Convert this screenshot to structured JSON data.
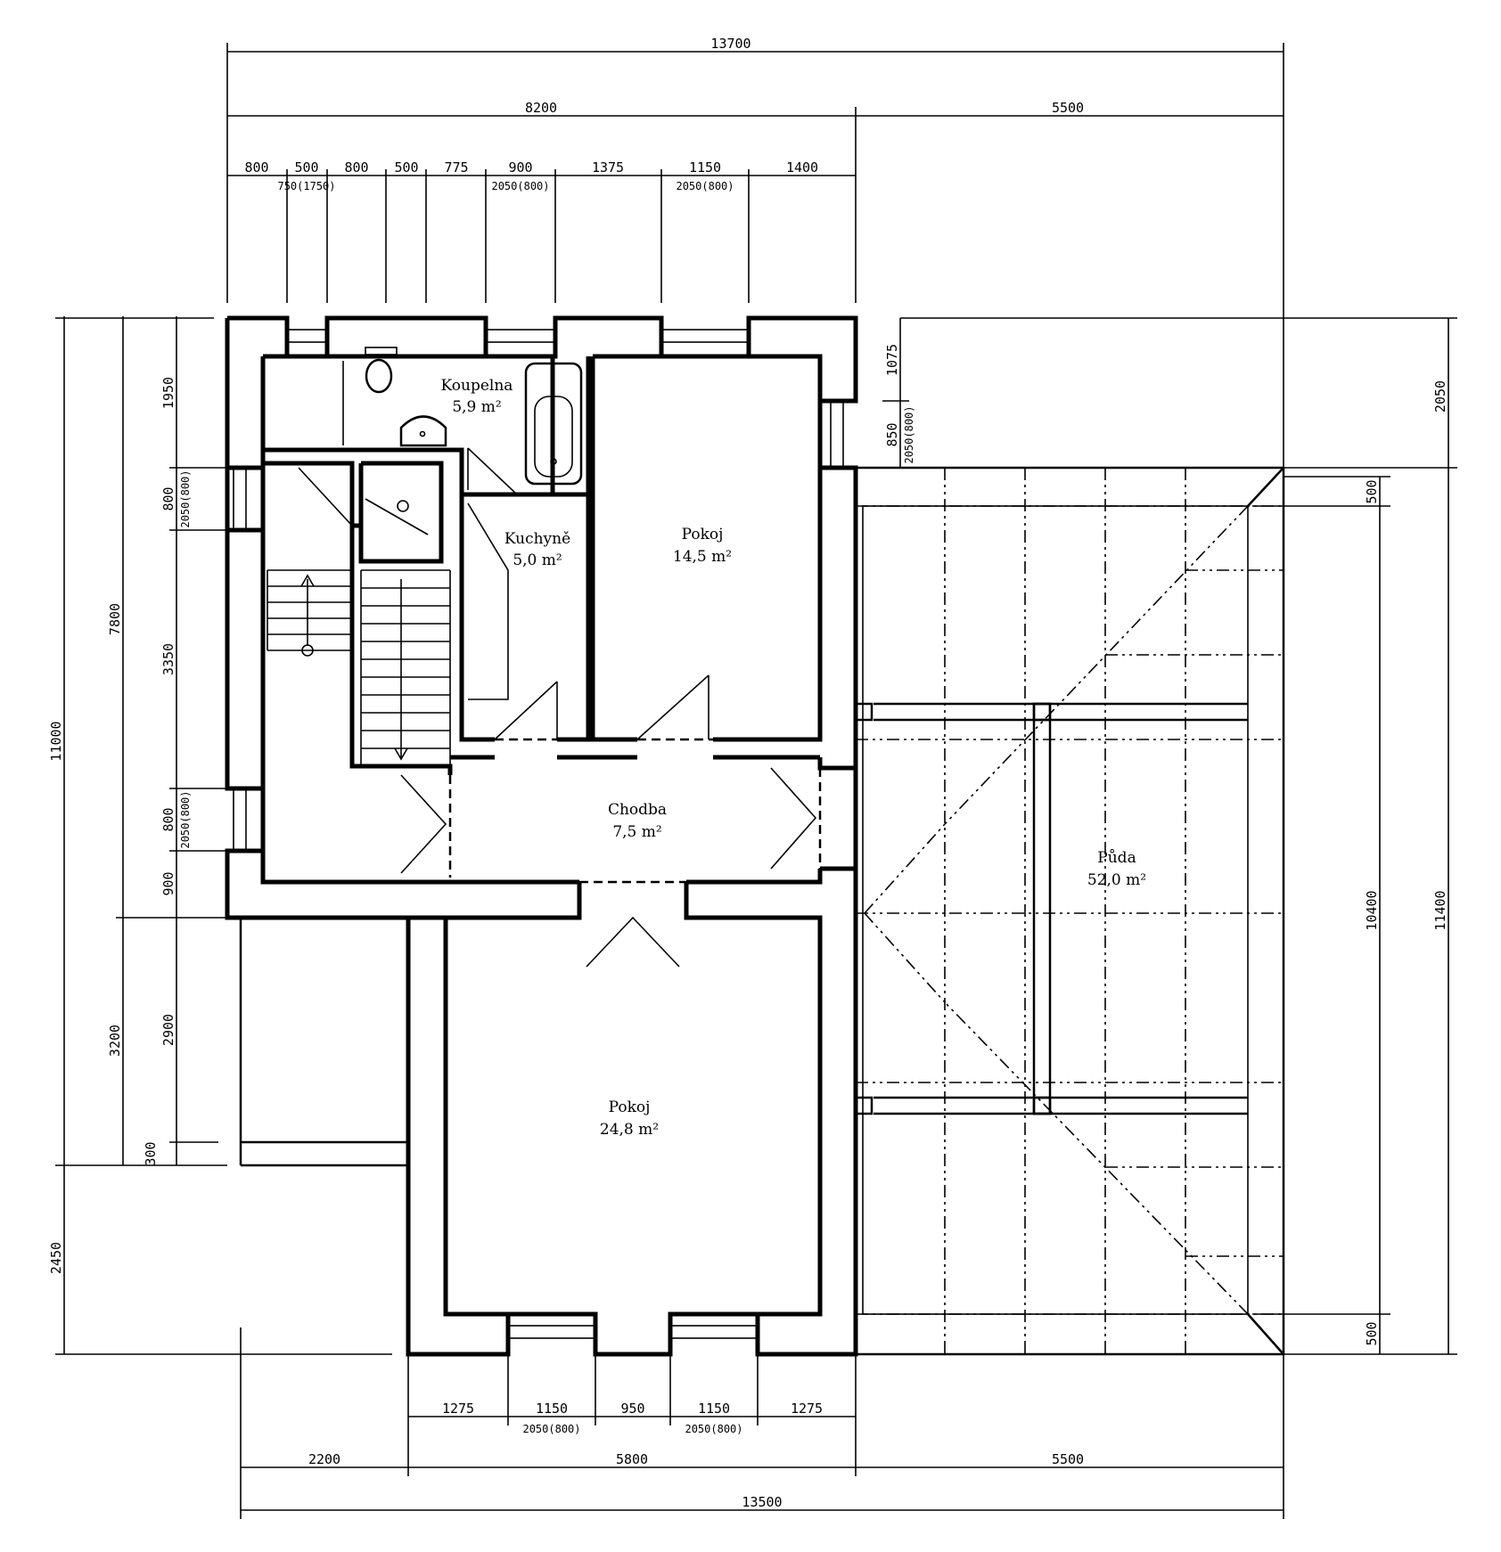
{
  "rooms": {
    "koupelna": {
      "name": "Koupelna",
      "area": "5,9 m²"
    },
    "kuchyne": {
      "name": "Kuchyně",
      "area": "5,0 m²"
    },
    "pokoj_small": {
      "name": "Pokoj",
      "area": "14,5 m²"
    },
    "chodba": {
      "name": "Chodba",
      "area": "7,5 m²"
    },
    "pokoj_large": {
      "name": "Pokoj",
      "area": "24,8 m²"
    },
    "puda": {
      "name": "Půda",
      "area": "52,0 m²"
    }
  },
  "dims_top": {
    "overall": "13700",
    "left_block": "8200",
    "right_block": "5500",
    "segments": [
      "800",
      "500",
      "800",
      "500",
      "775",
      "900",
      "1375",
      "1150",
      "1400"
    ],
    "sub_window_1": "750(1750)",
    "sub_door_1": "2050(800)",
    "sub_door_2": "2050(800)"
  },
  "dims_bottom": {
    "segments": [
      "1275",
      "1150",
      "950",
      "1150",
      "1275"
    ],
    "sub_1": "2050(800)",
    "sub_2": "2050(800)",
    "mid_left": "2200",
    "mid_center": "5800",
    "mid_right": "5500",
    "overall": "13500"
  },
  "dims_left": {
    "overall": "11000",
    "upper": "7800",
    "lower": "3200",
    "bottom": "2450",
    "seg_1950": "1950",
    "seg_800_a": "800",
    "sub_a": "2050(800)",
    "seg_3350": "3350",
    "seg_800_b": "800",
    "sub_b": "2050(800)",
    "seg_900": "900",
    "seg_2900": "2900",
    "seg_300": "300"
  },
  "dims_right": {
    "seg_1075": "1075",
    "seg_850": "850",
    "sub_850": "2050(800)",
    "seg_2050": "2050",
    "seg_500_top": "500",
    "seg_10400": "10400",
    "seg_500_bottom": "500",
    "seg_11400": "11400"
  }
}
